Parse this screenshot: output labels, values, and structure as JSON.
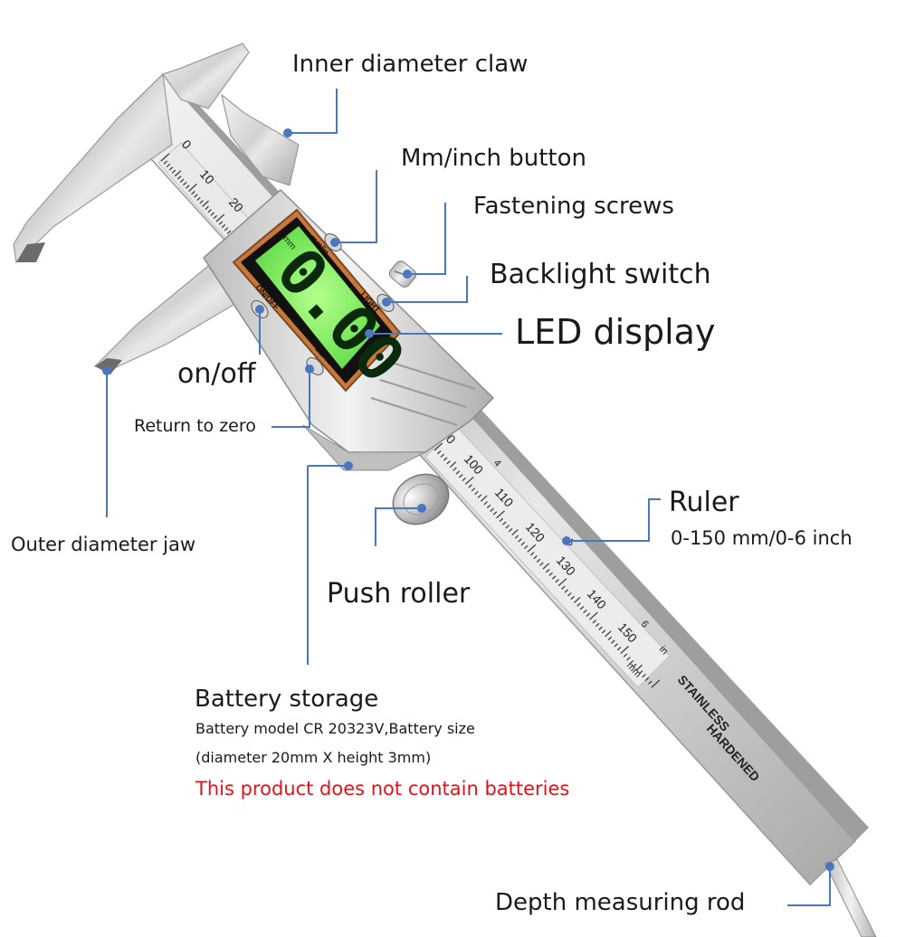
{
  "labels": {
    "inner_claw": "Inner diameter claw",
    "mm_inch_button": "Mm/inch button",
    "fastening_screws": "Fastening screws",
    "backlight_switch": "Backlight switch",
    "led_display": "LED display",
    "on_off": "on/off",
    "return_zero": "Return to zero",
    "outer_jaw": "Outer diameter jaw",
    "ruler": "Ruler",
    "ruler_range": "0-150 mm/0-6 inch",
    "push_roller": "Push roller",
    "battery_title": "Battery storage",
    "battery_model": "Battery model CR 20323V,Battery size",
    "battery_size": "(diameter 20mm X height 3mm)",
    "battery_warning": "This product does not contain batteries",
    "depth_rod": "Depth measuring rod"
  },
  "device": {
    "display_reading": "0.00",
    "display_unit": "mm",
    "btn_mm_in": "mm/in",
    "btn_onoff": "ON/OFF",
    "btn_light": "LIGHT",
    "btn_zero": "ZERO",
    "beam_numbers": [
      "0",
      "10",
      "20"
    ],
    "ruler_numbers": [
      "0",
      "100",
      "110",
      "120",
      "130",
      "140",
      "150"
    ],
    "inch_numbers": [
      "4",
      "5",
      "6"
    ],
    "ruler_unit_in": "in",
    "ruler_unit_mm": "mm",
    "engraving_1": "STAINLESS",
    "engraving_2": "HARDENED"
  },
  "colors": {
    "leader": "#4a78c0",
    "warning": "#e0141c",
    "lcd": "#7df05a",
    "bezel": "#c9773a"
  }
}
